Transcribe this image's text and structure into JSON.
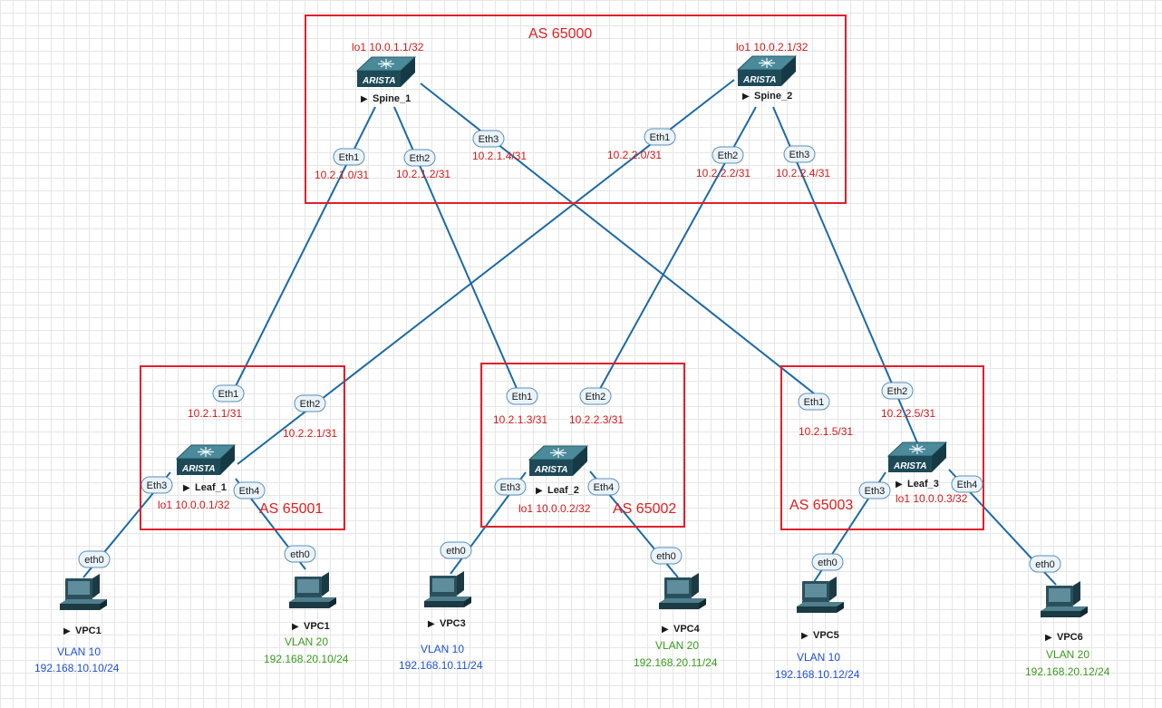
{
  "colors": {
    "link": "#1c6aa3",
    "as_box": "#e0202a",
    "ip_red": "#d11a1a",
    "vlan10": "#1f4fd6",
    "vlan20": "#3a9a1e"
  },
  "as_boxes": {
    "spine": "AS 65000",
    "leaf1": "AS 65001",
    "leaf2": "AS 65002",
    "leaf3": "AS 65003"
  },
  "devices": {
    "spine1": {
      "name": "Spine_1",
      "loopback": "lo1 10.0.1.1/32",
      "brand": "ARISTA"
    },
    "spine2": {
      "name": "Spine_2",
      "loopback": "lo1 10.0.2.1/32",
      "brand": "ARISTA"
    },
    "leaf1": {
      "name": "Leaf_1",
      "loopback": "lo1 10.0.0.1/32",
      "brand": "ARISTA"
    },
    "leaf2": {
      "name": "Leaf_2",
      "loopback": "lo1 10.0.0.2/32",
      "brand": "ARISTA"
    },
    "leaf3": {
      "name": "Leaf_3",
      "loopback": "lo1 10.0.0.3/32",
      "brand": "ARISTA"
    }
  },
  "spine_ports": {
    "s1_eth1": {
      "port": "Eth1",
      "ip": "10.2.1.0/31"
    },
    "s1_eth2": {
      "port": "Eth2",
      "ip": "10.2.1.2/31"
    },
    "s1_eth3": {
      "port": "Eth3",
      "ip": "10.2.1.4/31"
    },
    "s2_eth1": {
      "port": "Eth1",
      "ip": "10.2.2.0/31"
    },
    "s2_eth2": {
      "port": "Eth2",
      "ip": "10.2.2.2/31"
    },
    "s2_eth3": {
      "port": "Eth3",
      "ip": "10.2.2.4/31"
    }
  },
  "leaf_ports": {
    "l1_eth1": {
      "port": "Eth1",
      "ip": "10.2.1.1/31"
    },
    "l1_eth2": {
      "port": "Eth2",
      "ip": "10.2.2.1/31"
    },
    "l1_eth3": {
      "port": "Eth3"
    },
    "l1_eth4": {
      "port": "Eth4"
    },
    "l2_eth1": {
      "port": "Eth1",
      "ip": "10.2.1.3/31"
    },
    "l2_eth2": {
      "port": "Eth2",
      "ip": "10.2.2.3/31"
    },
    "l2_eth3": {
      "port": "Eth3"
    },
    "l2_eth4": {
      "port": "Eth4"
    },
    "l3_eth1": {
      "port": "Eth1",
      "ip": "10.2.1.5/31"
    },
    "l3_eth2": {
      "port": "Eth2",
      "ip": "10.2.2.5/31"
    },
    "l3_eth3": {
      "port": "Eth3"
    },
    "l3_eth4": {
      "port": "Eth4"
    }
  },
  "hosts": {
    "vpc1a": {
      "name": "VPC1",
      "port": "eth0",
      "vlan": "VLAN 10",
      "ip": "192.168.10.10/24"
    },
    "vpc1b": {
      "name": "VPC1",
      "port": "eth0",
      "vlan": "VLAN 20",
      "ip": "192.168.20.10/24"
    },
    "vpc3": {
      "name": "VPC3",
      "port": "eth0",
      "vlan": "VLAN 10",
      "ip": "192.168.10.11/24"
    },
    "vpc4": {
      "name": "VPC4",
      "port": "eth0",
      "vlan": "VLAN 20",
      "ip": "192.168.20.11/24"
    },
    "vpc5": {
      "name": "VPC5",
      "port": "eth0",
      "vlan": "VLAN 10",
      "ip": "192.168.10.12/24"
    },
    "vpc6": {
      "name": "VPC6",
      "port": "eth0",
      "vlan": "VLAN 20",
      "ip": "192.168.20.12/24"
    }
  }
}
